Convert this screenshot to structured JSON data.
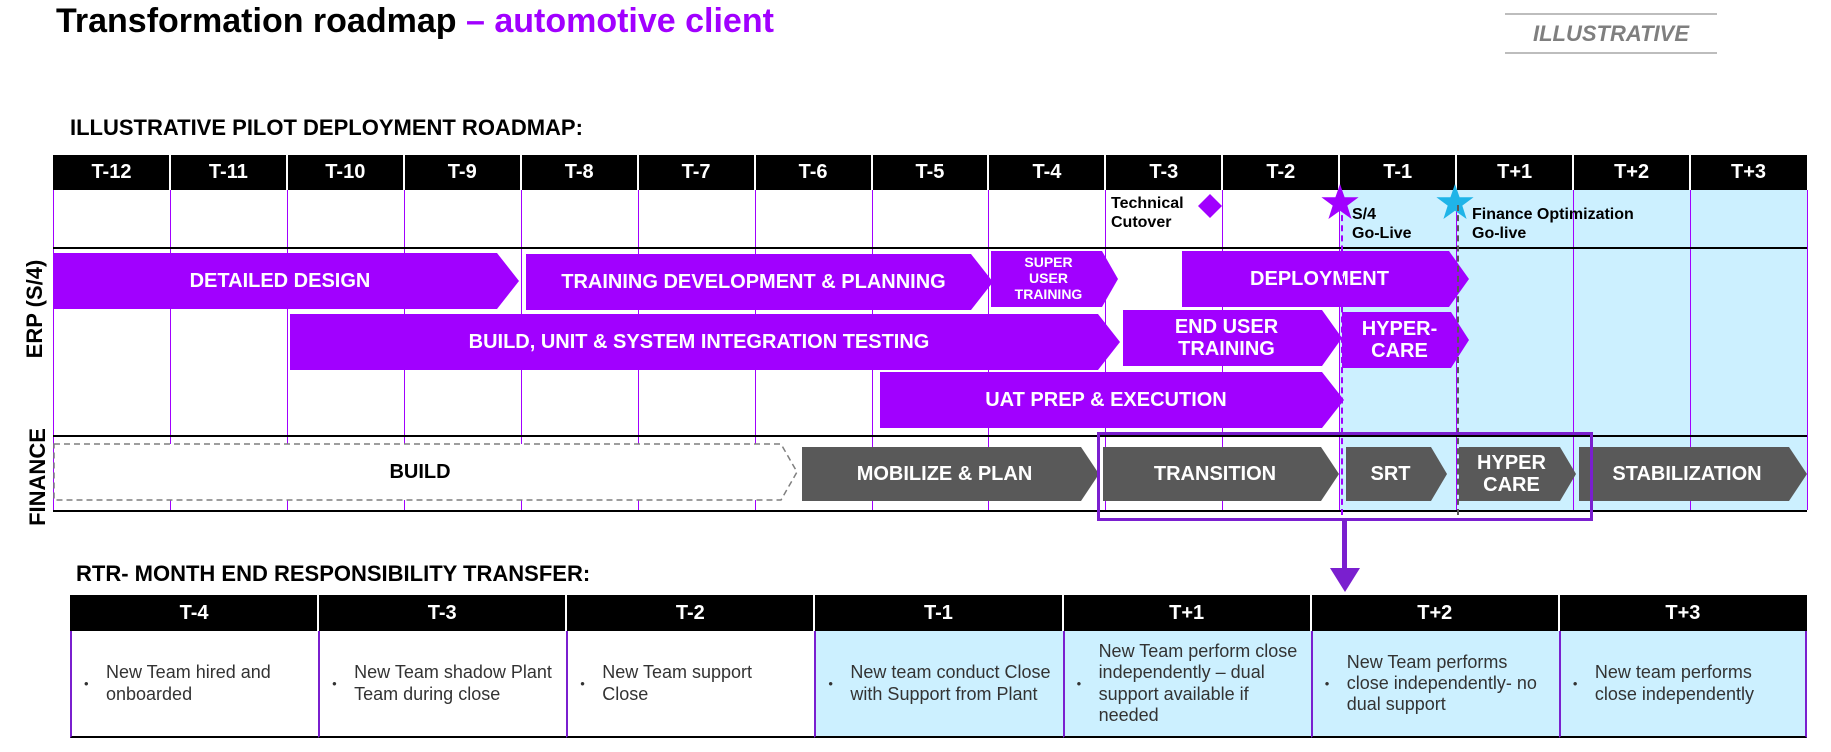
{
  "title": {
    "main": "Transformation roadmap",
    "accent": " – automotive client"
  },
  "badge": "ILLUSTRATIVE",
  "roadmap": {
    "heading": "ILLUSTRATIVE PILOT DEPLOYMENT ROADMAP:",
    "periods": [
      "T-12",
      "T-11",
      "T-10",
      "T-9",
      "T-8",
      "T-7",
      "T-6",
      "T-5",
      "T-4",
      "T-3",
      "T-2",
      "T-1",
      "T+1",
      "T+2",
      "T+3"
    ],
    "rows": {
      "erp": "ERP (S/4)",
      "finance": "FINANCE"
    },
    "milestones": {
      "technical_cutover": "Technical\nCutover",
      "s4_golive": "S/4\nGo-Live",
      "finance_opt": "Finance Optimization\nGo-live"
    },
    "erp_bars": {
      "detailed_design": "DETAILED DESIGN",
      "training_dev": "TRAINING DEVELOPMENT & PLANNING",
      "super_user": "SUPER\nUSER\nTRAINING",
      "deployment": "DEPLOYMENT",
      "build_unit": "BUILD, UNIT & SYSTEM INTEGRATION TESTING",
      "end_user": "END USER\nTRAINING",
      "hypercare": "HYPER-\nCARE",
      "uat": "UAT PREP & EXECUTION"
    },
    "finance_bars": {
      "build": "BUILD",
      "mobilize": "MOBILIZE & PLAN",
      "transition": "TRANSITION",
      "srt": "SRT",
      "hypercare": "HYPER\nCARE",
      "stabilization": "STABILIZATION"
    }
  },
  "rtr": {
    "heading": "RTR- MONTH END RESPONSIBILITY TRANSFER:",
    "columns": [
      {
        "period": "T-4",
        "text": "New Team hired and onboarded",
        "shaded": false
      },
      {
        "period": "T-3",
        "text": "New Team shadow Plant Team during close",
        "shaded": false
      },
      {
        "period": "T-2",
        "text": "New Team support Close",
        "shaded": false
      },
      {
        "period": "T-1",
        "text": "New team conduct Close with Support from Plant",
        "shaded": true
      },
      {
        "period": "T+1",
        "text": "New Team perform close independently – dual support available if needed",
        "shaded": true
      },
      {
        "period": "T+2",
        "text": "New Team performs close independently- no dual support",
        "shaded": true
      },
      {
        "period": "T+3",
        "text": "New team performs close independently",
        "shaded": true
      }
    ]
  },
  "colors": {
    "purple": "#a100ff",
    "grey": "#595959",
    "shade": "#ccf0ff",
    "star_blue": "#1fb4e8"
  }
}
